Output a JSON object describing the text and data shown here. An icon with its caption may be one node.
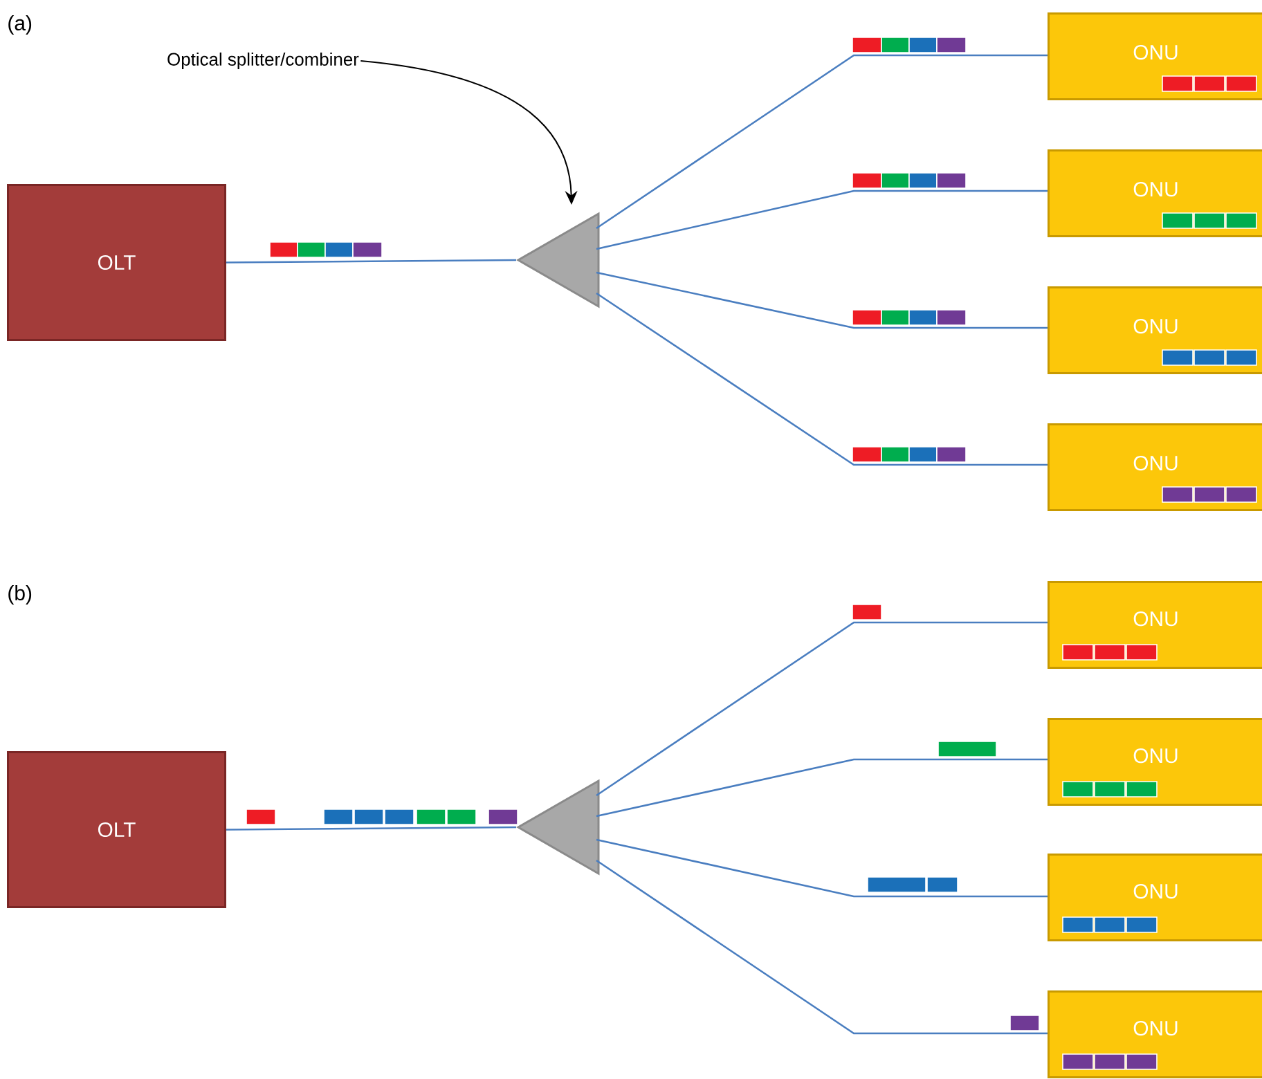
{
  "diagram": {
    "nodes": [
      {
        "text": [
          "Optical splitter/combiner"
        ]
      },
      {
        "text": [
          "OLT"
        ]
      },
      {
        "text": [],
        "shape": "triangle"
      },
      {
        "text": [
          "ONU"
        ]
      },
      {
        "text": [
          "ONU"
        ]
      },
      {
        "text": [
          "ONU"
        ]
      },
      {
        "text": [
          "ONU"
        ]
      },
      {
        "text": [
          "OLT"
        ]
      },
      {
        "text": [],
        "shape": "triangle"
      },
      {
        "text": [
          "ONU"
        ]
      },
      {
        "text": [
          "ONU"
        ]
      },
      {
        "text": [
          "ONU"
        ]
      },
      {
        "text": [
          "ONU"
        ]
      }
    ],
    "edges": [
      {
        "from": 0,
        "to": 2,
        "arrow": "to",
        "color": "#000000"
      },
      {
        "from": 1,
        "to": 2,
        "arrow": "none"
      },
      {
        "from": 2,
        "to": 3,
        "arrow": "none"
      },
      {
        "from": 2,
        "to": 4,
        "arrow": "none"
      },
      {
        "from": 2,
        "to": 5,
        "arrow": "none"
      },
      {
        "from": 2,
        "to": 6,
        "arrow": "none"
      },
      {
        "from": 7,
        "to": 8,
        "arrow": "none"
      },
      {
        "from": 8,
        "to": 9,
        "arrow": "none"
      },
      {
        "from": 8,
        "to": 10,
        "arrow": "none"
      },
      {
        "from": 8,
        "to": 11,
        "arrow": "none"
      },
      {
        "from": 8,
        "to": 12,
        "arrow": "none"
      }
    ],
    "labels": [
      "(a)",
      "(b)"
    ]
  }
}
